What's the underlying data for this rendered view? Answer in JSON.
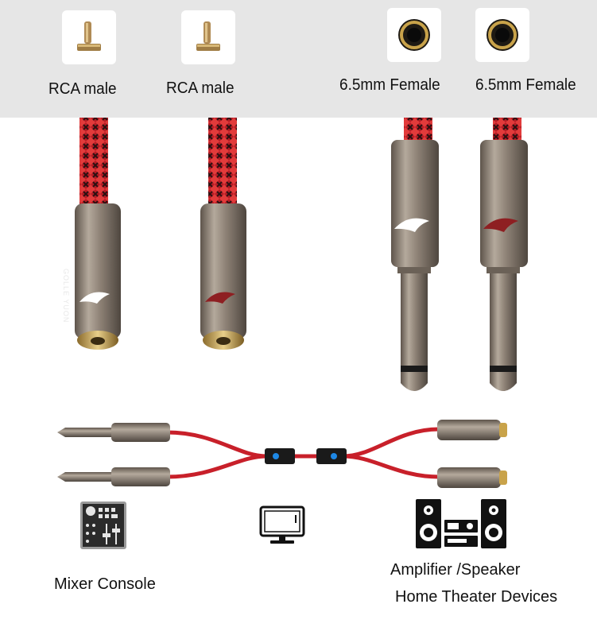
{
  "connectors": {
    "rca_male_1": "RCA  male",
    "rca_male_2": "RCA  male",
    "female_65_1": "6.5mm Female",
    "female_65_2": "6.5mm Female"
  },
  "brand": {
    "imprint": "GOLLE YUON"
  },
  "devices": {
    "mixer_caption": "Mixer Console",
    "amplifier_caption": "Amplifier /Speaker",
    "home_theater_caption": "Home Theater Devices"
  },
  "colors": {
    "band": "#e6e6e6",
    "cable_red": "#c8202a",
    "metal": "#8e8276",
    "gold": "#c9a34a"
  },
  "icons": {
    "connector_male": "rca-male-pin-icon",
    "connector_female": "jack-socket-icon",
    "mixer": "mixer-console-icon",
    "monitor": "monitor-icon",
    "speakers": "speaker-system-icon"
  }
}
